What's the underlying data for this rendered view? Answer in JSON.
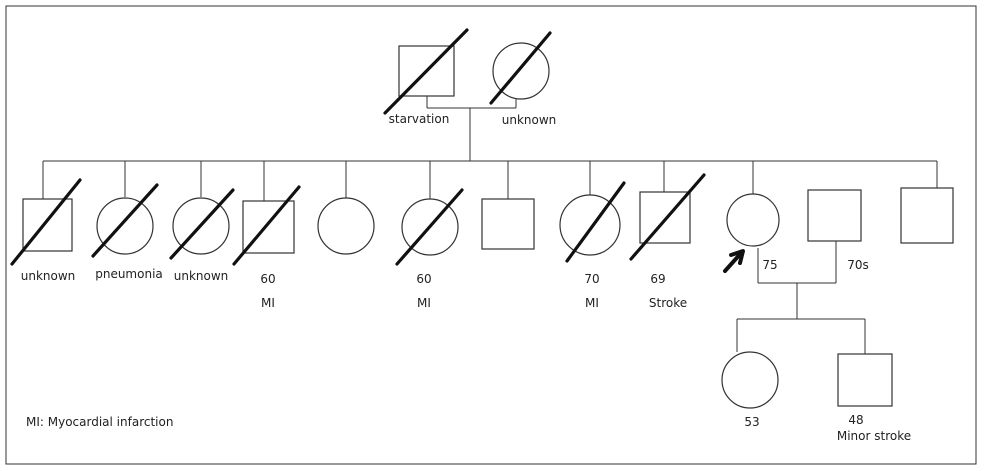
{
  "legend": "MI: Myocardial infarction",
  "grandparents": {
    "grandfather": {
      "sex": "male",
      "deceased": true,
      "label": "starvation"
    },
    "grandmother": {
      "sex": "female",
      "deceased": true,
      "label": "unknown"
    }
  },
  "siblings": [
    {
      "sex": "male",
      "deceased": true,
      "labels": [
        "unknown"
      ]
    },
    {
      "sex": "female",
      "deceased": true,
      "labels": [
        "pneumonia"
      ]
    },
    {
      "sex": "female",
      "deceased": true,
      "labels": [
        "unknown"
      ]
    },
    {
      "sex": "male",
      "deceased": true,
      "labels": [
        "60",
        "MI"
      ]
    },
    {
      "sex": "female",
      "deceased": false,
      "labels": []
    },
    {
      "sex": "female",
      "deceased": true,
      "labels": [
        "60",
        "MI"
      ]
    },
    {
      "sex": "male",
      "deceased": false,
      "labels": []
    },
    {
      "sex": "female",
      "deceased": true,
      "labels": [
        "70",
        "MI"
      ]
    },
    {
      "sex": "male",
      "deceased": true,
      "labels": [
        "69",
        "Stroke"
      ]
    },
    {
      "sex": "female",
      "deceased": false,
      "labels": [
        "75"
      ],
      "proband": true
    },
    {
      "sex": "male",
      "deceased": false,
      "labels": []
    }
  ],
  "spouse": {
    "sex": "male",
    "deceased": false,
    "labels": [
      "70s"
    ]
  },
  "children": [
    {
      "sex": "female",
      "deceased": false,
      "labels": [
        "53"
      ]
    },
    {
      "sex": "male",
      "deceased": false,
      "labels": [
        "48",
        "Minor stroke"
      ]
    }
  ]
}
